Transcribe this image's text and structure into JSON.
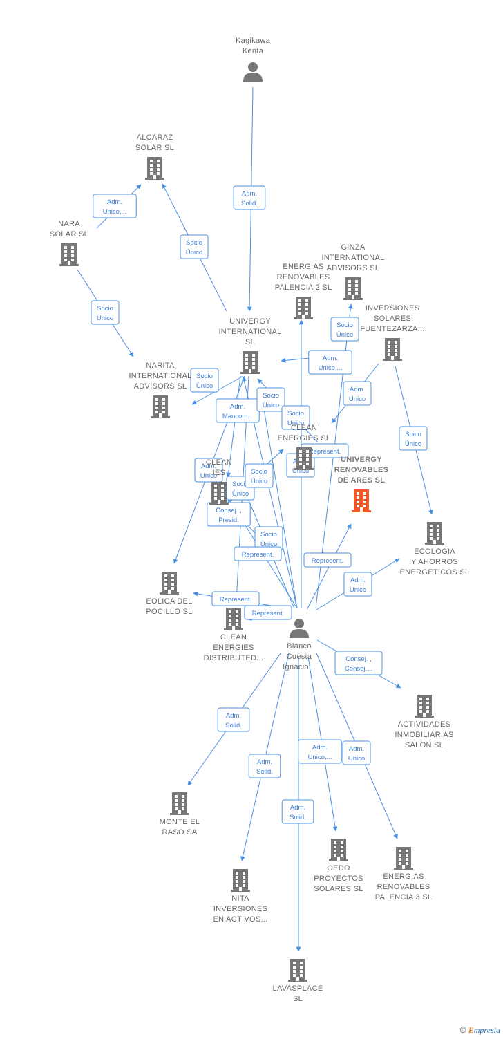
{
  "colors": {
    "edge": "#4a90e2",
    "node": "#777777",
    "focus": "#f05a28"
  },
  "nodes": [
    {
      "id": "kagikawa",
      "type": "person",
      "lines": [
        "Kagikawa",
        "Kenta"
      ]
    },
    {
      "id": "alcaraz",
      "type": "company",
      "lines": [
        "ALCARAZ",
        "SOLAR SL"
      ]
    },
    {
      "id": "nara",
      "type": "company",
      "lines": [
        "NARA",
        "SOLAR  SL"
      ]
    },
    {
      "id": "ginza",
      "type": "company",
      "lines": [
        "GINZA",
        "INTERNATIONAL",
        "ADVISORS  SL"
      ]
    },
    {
      "id": "energias2",
      "type": "company",
      "lines": [
        "ENERGIAS",
        "RENOVABLES",
        "PALENCIA 2 SL"
      ]
    },
    {
      "id": "fuentezarza",
      "type": "company",
      "lines": [
        "INVERSIONES",
        "SOLARES",
        "FUENTEZARZA..."
      ]
    },
    {
      "id": "univergy_int",
      "type": "company",
      "lines": [
        "UNIVERGY",
        "INTERNATIONAL",
        "SL"
      ]
    },
    {
      "id": "narita",
      "type": "company",
      "lines": [
        "NARITA",
        "INTERNATIONAL",
        "ADVISORS  SL"
      ]
    },
    {
      "id": "clean_es",
      "type": "company",
      "lines": [
        "CLEAN",
        "ENERGIES SL"
      ]
    },
    {
      "id": "clean_ies",
      "type": "company",
      "lines": [
        "CLEAN",
        "IES"
      ]
    },
    {
      "id": "univergy_ares",
      "type": "company-focus",
      "lines": [
        "UNIVERGY",
        "RENOVABLES",
        "DE ARES  SL"
      ]
    },
    {
      "id": "ecologia",
      "type": "company",
      "lines": [
        "ECOLOGIA",
        "Y AHORROS",
        "ENERGETICOS SL"
      ]
    },
    {
      "id": "eolica",
      "type": "company",
      "lines": [
        "EOLICA DEL",
        "POCILLO SL"
      ]
    },
    {
      "id": "clean_dist",
      "type": "company",
      "lines": [
        "CLEAN",
        "ENERGIES",
        "DISTRIBUTED..."
      ]
    },
    {
      "id": "blanco",
      "type": "person",
      "lines": [
        "Blanco",
        "Cuesta",
        "Ignacio..."
      ]
    },
    {
      "id": "actividades",
      "type": "company",
      "lines": [
        "ACTIVIDADES",
        "INMOBILIARIAS",
        "SALON SL"
      ]
    },
    {
      "id": "monte",
      "type": "company",
      "lines": [
        "MONTE EL",
        "RASO SA"
      ]
    },
    {
      "id": "oedo",
      "type": "company",
      "lines": [
        "OEDO",
        "PROYECTOS",
        "SOLARES  SL"
      ]
    },
    {
      "id": "energias3",
      "type": "company",
      "lines": [
        "ENERGIAS",
        "RENOVABLES",
        "PALENCIA 3 SL"
      ]
    },
    {
      "id": "nita",
      "type": "company",
      "lines": [
        "NITA",
        "INVERSIONES",
        "EN ACTIVOS..."
      ]
    },
    {
      "id": "lavasplace",
      "type": "company",
      "lines": [
        "LAVASPLACE",
        "SL"
      ]
    }
  ],
  "edges": [
    {
      "from": "kagikawa",
      "to": "univergy_int",
      "label": [
        "Adm.",
        "Solid."
      ]
    },
    {
      "from": "nara",
      "to": "alcaraz",
      "label": [
        "Adm.",
        "Unico,..."
      ]
    },
    {
      "from": "univergy_int",
      "to": "alcaraz",
      "label": [
        "Socio",
        "Único"
      ]
    },
    {
      "from": "nara",
      "to": "narita",
      "label": [
        "Socio",
        "Único"
      ]
    },
    {
      "from": "univergy_int",
      "to": "narita",
      "label": [
        "Socio",
        "Único"
      ]
    },
    {
      "from": "fuentezarza",
      "to": "univergy_int",
      "label": [
        "Adm.",
        "Unico,..."
      ]
    },
    {
      "from": "fuentezarza",
      "to": "clean_es",
      "label": [
        "Adm.",
        "Unico"
      ]
    },
    {
      "from": "fuentezarza",
      "to": "ecologia",
      "label": [
        "Socio",
        "Único"
      ]
    },
    {
      "from": "blanco",
      "to": "ginza",
      "label": [
        "Socio",
        "Único"
      ]
    },
    {
      "from": "blanco",
      "to": "univergy_ares",
      "label": [
        "Represent."
      ]
    },
    {
      "from": "blanco",
      "to": "ecologia",
      "label": [
        "Adm.",
        "Unico"
      ]
    },
    {
      "from": "blanco",
      "to": "eolica",
      "label": [
        "Represent."
      ]
    },
    {
      "from": "blanco",
      "to": "clean_dist",
      "label": [
        "Represent."
      ]
    },
    {
      "from": "blanco",
      "to": "actividades",
      "label": [
        "Consej. ,",
        "Consej...."
      ]
    },
    {
      "from": "blanco",
      "to": "monte",
      "label": [
        "Adm.",
        "Solid."
      ]
    },
    {
      "from": "blanco",
      "to": "nita",
      "label": [
        "Adm.",
        "Solid."
      ]
    },
    {
      "from": "blanco",
      "to": "lavasplace",
      "label": [
        "Adm.",
        "Solid."
      ]
    },
    {
      "from": "blanco",
      "to": "oedo",
      "label": [
        "Adm.",
        "Unico,..."
      ]
    },
    {
      "from": "blanco",
      "to": "energias3",
      "label": [
        "Adm.",
        "Unico"
      ]
    },
    {
      "from": "blanco",
      "to": "energias2",
      "label": [
        "Adm.",
        "Unico"
      ]
    },
    {
      "from": "blanco",
      "to": "univergy_int",
      "label": [
        "Adm.",
        "Mancom..."
      ]
    },
    {
      "from": "blanco",
      "to": "clean_es",
      "label": [
        "Represent."
      ]
    },
    {
      "from": "blanco",
      "to": "clean_ies",
      "label": [
        "Consej. ,",
        "Presid."
      ]
    },
    {
      "from": "univergy_int",
      "to": "eolica",
      "label": [
        "Adm.",
        "Unico"
      ]
    },
    {
      "from": "univergy_int",
      "to": "clean_ies",
      "label": [
        "Socio",
        "Único"
      ]
    },
    {
      "from": "univergy_int",
      "to": "clean_dist",
      "label": [
        "Socio",
        "Único"
      ]
    },
    {
      "from": "clean_es",
      "to": "univergy_int",
      "label": [
        "Socio",
        "Único"
      ]
    },
    {
      "from": "clean_ies",
      "to": "clean_es",
      "label": [
        "Socio",
        "Único"
      ]
    },
    {
      "from": "clean_ies",
      "to": "clean_dist",
      "label": [
        "Represent."
      ]
    },
    {
      "from": "blanco",
      "to": "clean_es",
      "label": [
        "Socio",
        "Único"
      ]
    }
  ],
  "footer": {
    "copyright": "©",
    "brand_first": "E",
    "brand_rest": "mpresia"
  }
}
